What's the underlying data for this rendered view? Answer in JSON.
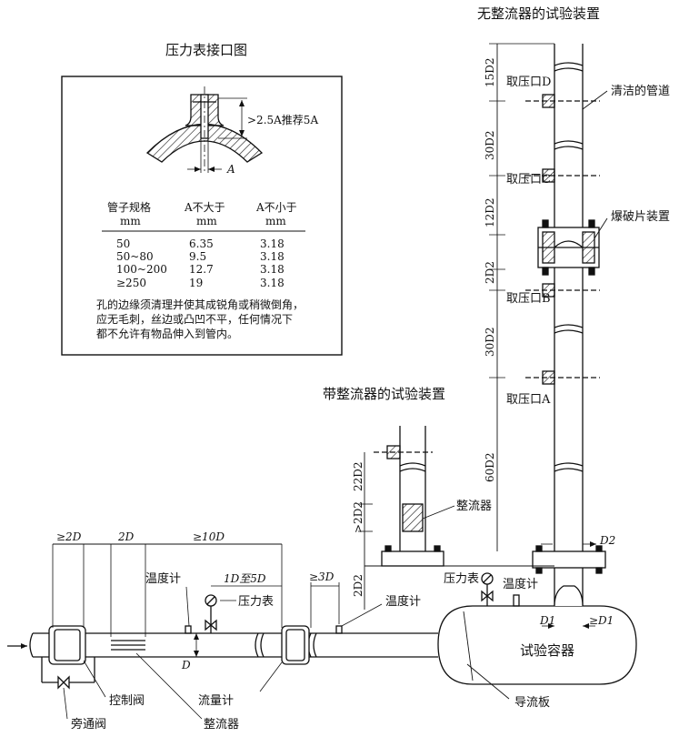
{
  "titles": {
    "no_straightener": "无整流器的试验装置",
    "with_straightener": "带整流器的试验装置",
    "gauge_detail": "压力表接口图"
  },
  "detail": {
    "dim_label": ">2.5A推荐5A",
    "a_label": "A",
    "table": {
      "headers": [
        "管子规格",
        "A不大于",
        "A不小于"
      ],
      "units": [
        "mm",
        "mm",
        "mm"
      ],
      "rows": [
        [
          "50",
          "6.35",
          "3.18"
        ],
        [
          "50~80",
          "9.5",
          "3.18"
        ],
        [
          "100~200",
          "12.7",
          "3.18"
        ],
        [
          "≥250",
          "19",
          "3.18"
        ]
      ]
    },
    "note": [
      "孔的边缘须清理并使其成锐角或稍微倒角，",
      "应无毛刺，丝边或凸凹不平，任何情况下",
      "都不允许有物品伸入到管内。"
    ]
  },
  "labels": {
    "tap_d": "取压口D",
    "tap_c": "取压口C",
    "tap_b": "取压口B",
    "tap_a": "取压口A",
    "clean_pipe": "清洁的管道",
    "rupture_disc": "爆破片装置",
    "straightener": "整流器",
    "pressure_gauge_1": "压力表",
    "pressure_gauge_2": "压力表",
    "thermometer_1": "温度计",
    "thermometer_2": "温度计",
    "thermometer_3": "温度计",
    "test_vessel": "试验容器",
    "baffle": "导流板",
    "flowmeter": "流量计",
    "straightener_2": "整流器",
    "control_valve": "控制阀",
    "bypass_valve": "旁通阀"
  },
  "dims": {
    "d15": "15D2",
    "d30a": "30D2",
    "d12": "12D2",
    "d2a": "2D2",
    "d30b": "30D2",
    "d60": "60D2",
    "d22": "22D2",
    "d2b": ">2D2",
    "d2c": "2D2",
    "d2e": "D2",
    "d1": "D1",
    "d1b": "≥D1",
    "ge2d": "≥2D",
    "two_d": "2D",
    "ge10d": "≥10D",
    "one_to_five": "1D至5D",
    "ge3d": "≥3D",
    "d": "D"
  }
}
